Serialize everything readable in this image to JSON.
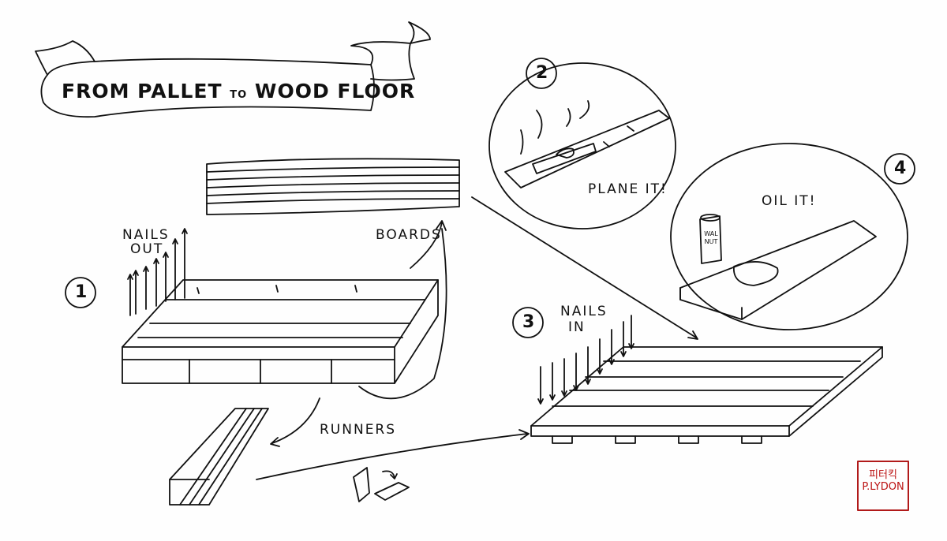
{
  "banner": {
    "title_part1": "FROM PALLET",
    "title_connector": "TO",
    "title_part2": "WOOD FLOOR"
  },
  "steps": [
    {
      "number": "1"
    },
    {
      "number": "2",
      "caption": "PLANE IT!"
    },
    {
      "number": "3",
      "caption_line1": "NAILS",
      "caption_line2": "IN"
    },
    {
      "number": "4",
      "caption": "OIL IT!"
    }
  ],
  "labels": {
    "nails_out_line1": "NAILS",
    "nails_out_line2": "OUT",
    "boards": "BOARDS",
    "runners": "RUNNERS"
  },
  "oil_can": {
    "line1": "WAL",
    "line2": "NUT"
  },
  "signature": {
    "line1": "피터킥",
    "line2": "P.LYDON",
    "color": "#b11a1a"
  }
}
